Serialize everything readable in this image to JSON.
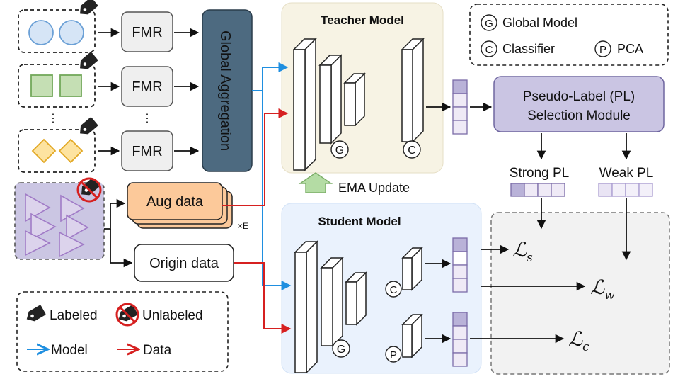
{
  "clients": {
    "fmr_labels": [
      "FMR",
      "FMR",
      "FMR"
    ],
    "vertical_dots": [
      "⋮",
      "⋮"
    ]
  },
  "global_aggregation": "Global Aggregation",
  "teacher": {
    "title": "Teacher Model",
    "global_badge": "G",
    "classifier_badge": "C"
  },
  "student": {
    "title": "Student Model",
    "global_badge": "G",
    "classifier_badge": "C",
    "pca_badge": "P"
  },
  "ema_update": "EMA Update",
  "aug_data": {
    "label": "Aug data",
    "multiplier": "×E"
  },
  "origin_data": "Origin data",
  "pl_module": {
    "line1": "Pseudo-Label (PL)",
    "line2": "Selection Module"
  },
  "strong_pl": "Strong PL",
  "weak_pl": "Weak PL",
  "losses": {
    "ls": {
      "base": "ℒ",
      "sub": "s"
    },
    "lw": {
      "base": "ℒ",
      "sub": "w"
    },
    "lc": {
      "base": "ℒ",
      "sub": "c"
    }
  },
  "legend_top": {
    "global": {
      "badge": "G",
      "label": "Global Model"
    },
    "classifier": {
      "badge": "C",
      "label": "Classifier"
    },
    "pca": {
      "badge": "P",
      "label": "PCA"
    }
  },
  "legend_bottom": {
    "labeled": "Labeled",
    "unlabeled": "Unlabeled",
    "model": "Model",
    "data": "Data"
  },
  "colors": {
    "model_arrow": "#1f8fe0",
    "data_arrow": "#d62020",
    "aggregation_fill": "#4d6a80",
    "teacher_bg": "#f7f3e4",
    "student_bg": "#eaf2fd",
    "pl_module_fill": "#cac5e3",
    "aug_fill": "#fcc99a",
    "unlabeled_bg": "#cbc6e3",
    "circle_fill": "#d6e5f6",
    "square_fill": "#c5dfb4",
    "diamond_fill": "#fde3a0",
    "ema_arrow": "#b4dca4",
    "loss_region": "#f2f2f2"
  }
}
